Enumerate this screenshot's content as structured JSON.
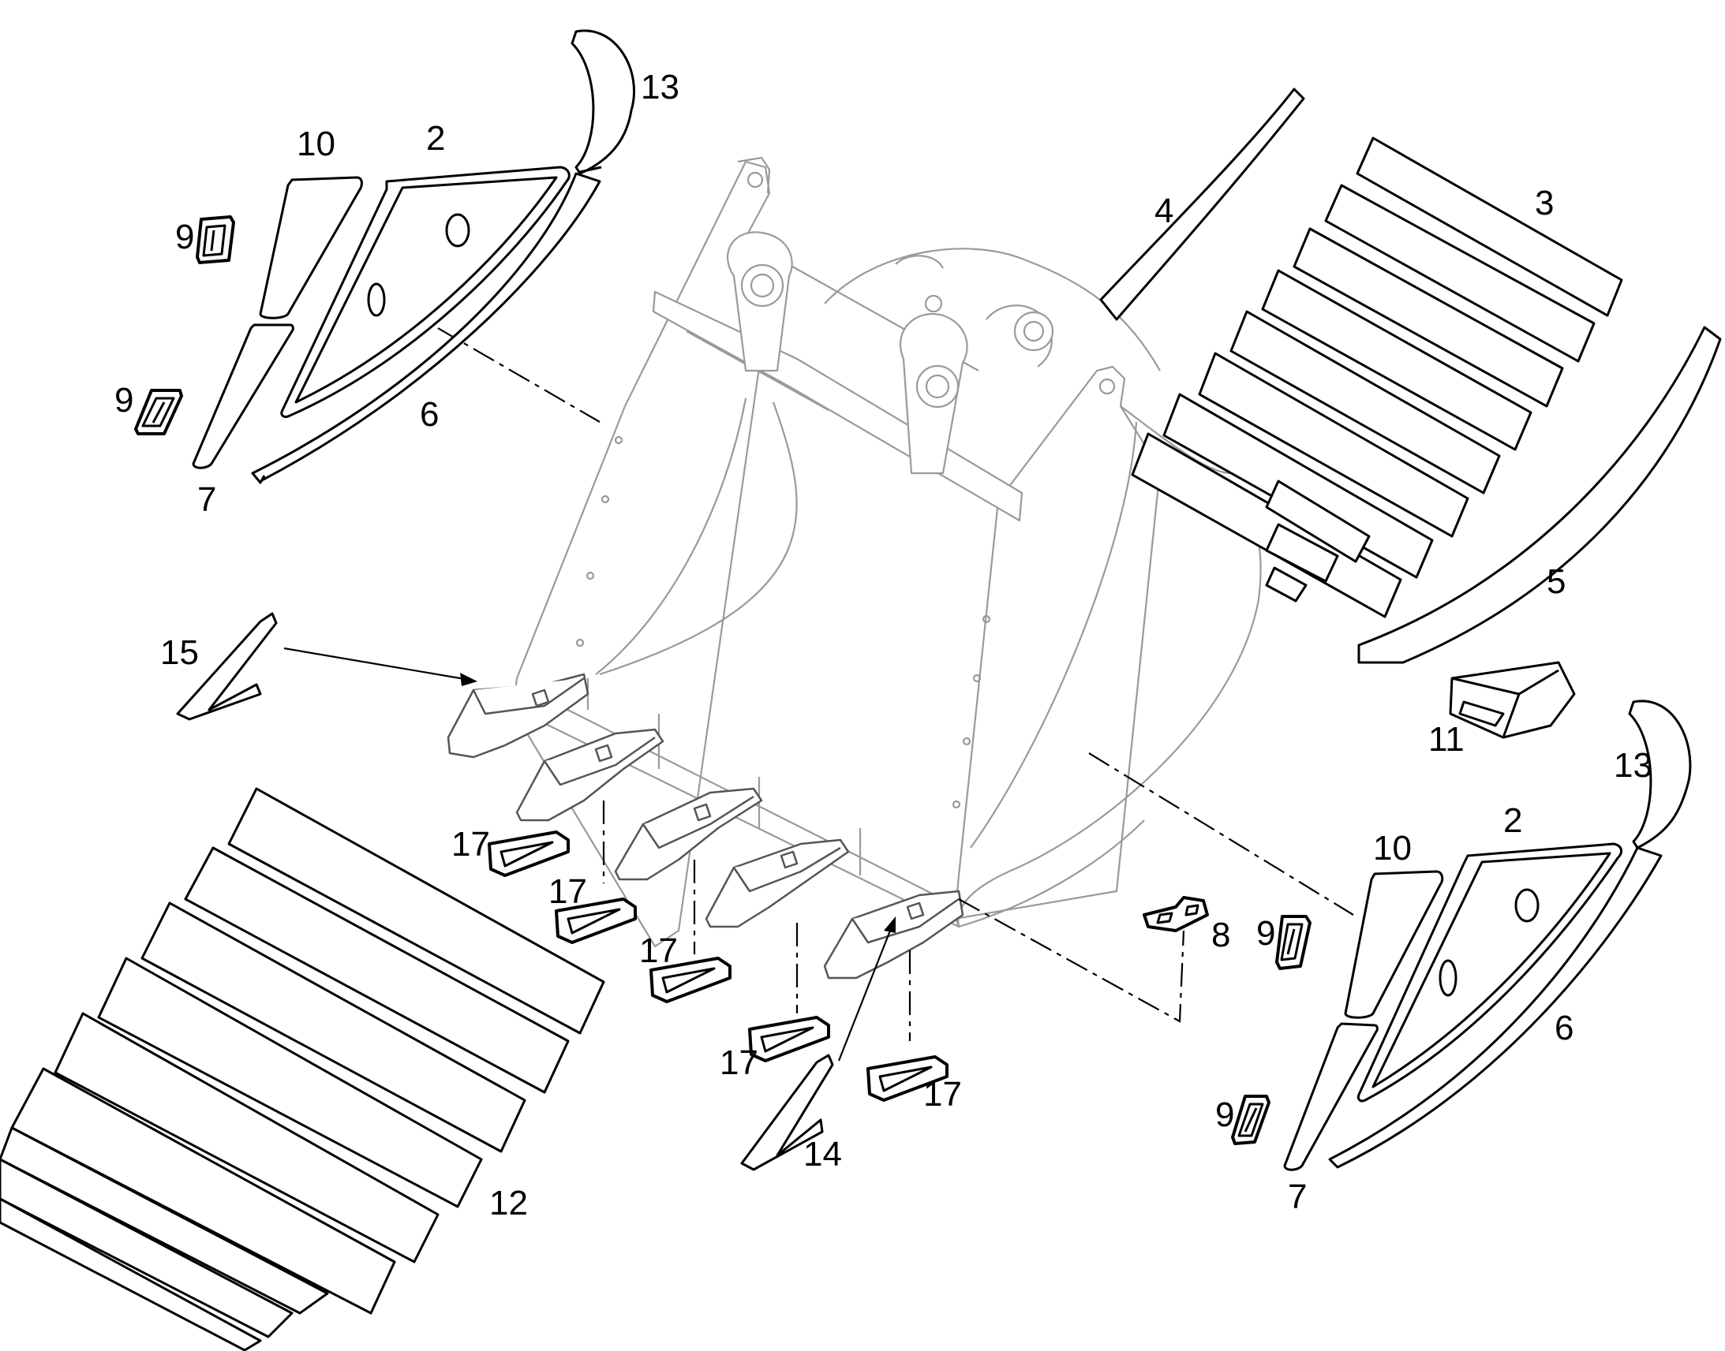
{
  "diagram": {
    "type": "exploded-parts-drawing",
    "subject": "excavator bucket",
    "line_color": "#000000",
    "ghost_line_color": "#9a9a9a",
    "background": "#ffffff"
  },
  "callouts": {
    "c13a": "13",
    "c10a": "10",
    "c2a": "2",
    "c9a": "9",
    "c9b": "9",
    "c6a": "6",
    "c7a": "7",
    "c4": "4",
    "c3": "3",
    "c5": "5",
    "c15": "15",
    "c11": "11",
    "c13b": "13",
    "c2b": "2",
    "c10b": "10",
    "c17a": "17",
    "c17b": "17",
    "c17c": "17",
    "c17d": "17",
    "c17e": "17",
    "c8": "8",
    "c9c": "9",
    "c9d": "9",
    "c6b": "6",
    "c7b": "7",
    "c14": "14",
    "c12": "12"
  }
}
